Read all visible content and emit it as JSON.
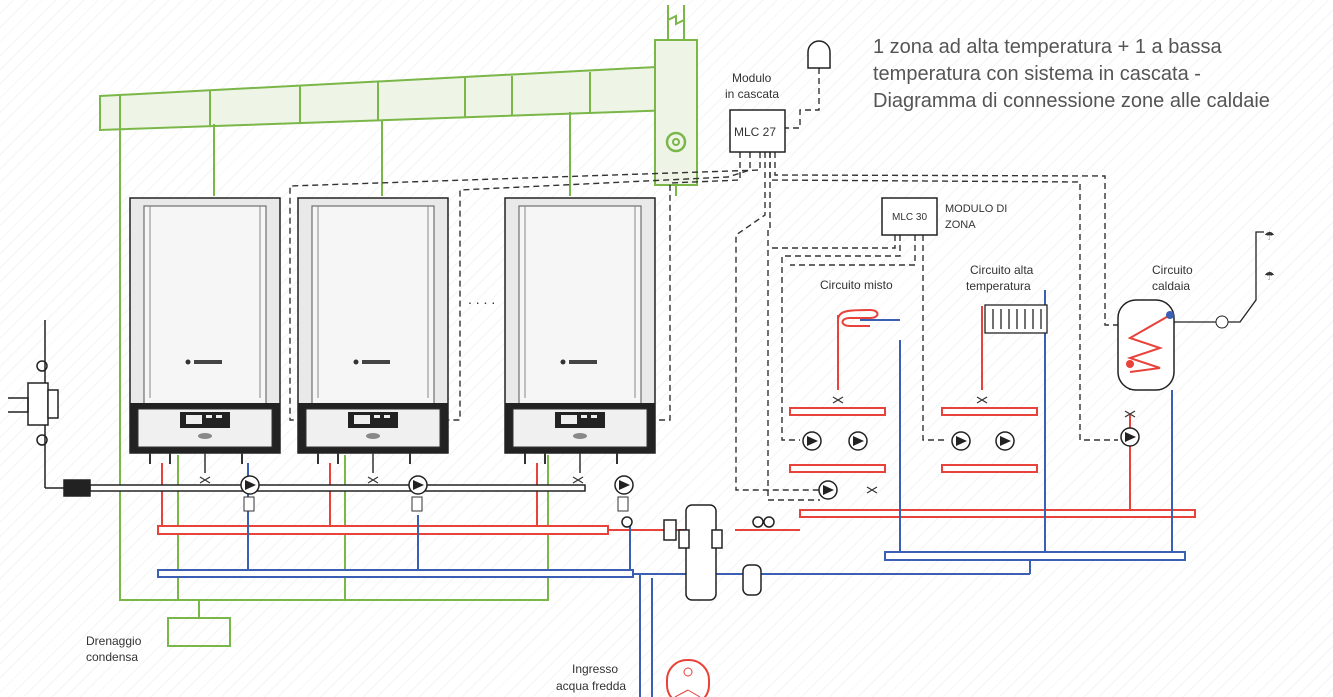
{
  "title": {
    "line1": "1 zona ad alta temperatura + 1 a bassa",
    "line2": "temperatura con sistema in cascata -",
    "line3": "Diagramma di connessione zone alle caldaie"
  },
  "labels": {
    "cascade_module_line1": "Modulo",
    "cascade_module_line2": "in cascata",
    "mlc27": "MLC 27",
    "mlc30": "MLC 30",
    "zone_module_line1": "MODULO DI",
    "zone_module_line2": "ZONA",
    "mixed_circuit": "Circuito misto",
    "high_temp_line1": "Circuito alta",
    "high_temp_line2": "temperatura",
    "boiler_circuit_line1": "Circuito",
    "boiler_circuit_line2": "caldaia",
    "condensate_line1": "Drenaggio",
    "condensate_line2": "condensa",
    "cold_inlet_line1": "Ingresso",
    "cold_inlet_line2": "acqua fredda",
    "ellipsis": ". . . ."
  },
  "colors": {
    "flow": "#e8423a",
    "return": "#3a5fb5",
    "flue": "#7ab648",
    "wiring": "#333333",
    "boiler_body": "#e6e6e6"
  }
}
